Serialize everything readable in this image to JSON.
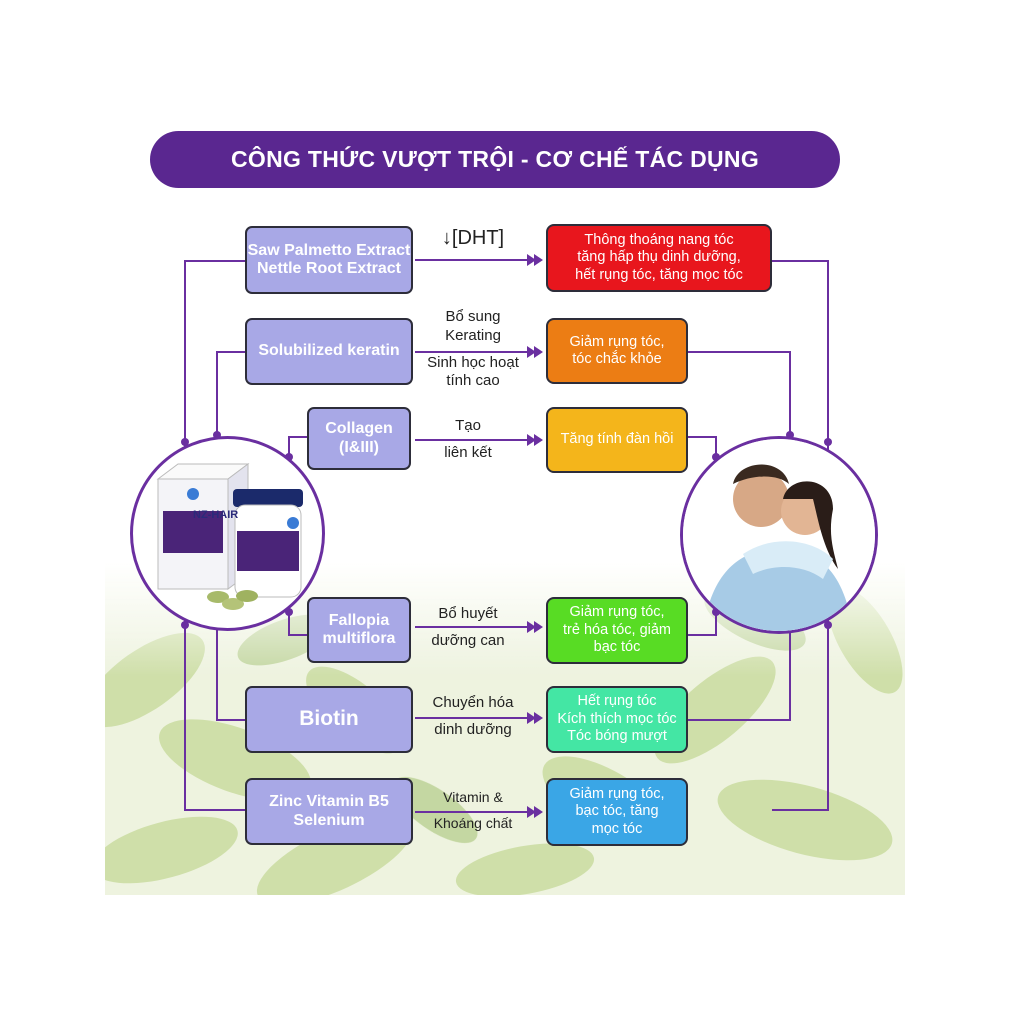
{
  "title": "CÔNG THỨC VƯỢT TRỘI - CƠ CHẾ TÁC DỤNG",
  "product": {
    "brand": "NZ-HAIR"
  },
  "rows": [
    {
      "ingredient": [
        "Saw Palmetto Extract",
        "Nettle Root Extract"
      ],
      "action": [
        "↓[DHT]"
      ],
      "result": [
        "Thông thoáng nang tóc",
        "tăng hấp thụ dinh dưỡng,",
        "hết rụng tóc, tăng mọc tóc"
      ],
      "color": "#e8161d"
    },
    {
      "ingredient": [
        "Solubilized keratin"
      ],
      "action": [
        "Bổ sung",
        "Kerating",
        "Sinh học hoạt",
        "tính cao"
      ],
      "result": [
        "Giảm rụng tóc,",
        "tóc chắc khỏe"
      ],
      "color": "#ec7d14"
    },
    {
      "ingredient": [
        "Collagen",
        "(I&III)"
      ],
      "action": [
        "Tạo",
        "liên kết"
      ],
      "result": [
        "Tăng tính đàn hồi"
      ],
      "color": "#f4b51b"
    },
    {
      "ingredient": [
        "Fallopia",
        "multiflora"
      ],
      "action": [
        "Bổ huyết",
        "dưỡng can"
      ],
      "result": [
        "Giảm rụng tóc,",
        "trẻ hóa tóc, giảm",
        "bạc tóc"
      ],
      "color": "#58dc24"
    },
    {
      "ingredient": [
        "Biotin"
      ],
      "action": [
        "Chuyển hóa",
        "dinh dưỡng"
      ],
      "result": [
        "Hết rụng tóc",
        "Kích thích mọc tóc",
        "Tóc bóng mượt"
      ],
      "color": "#44e6a4"
    },
    {
      "ingredient": [
        "Zinc Vitamin B5",
        "Selenium"
      ],
      "action": [
        "Vitamin &",
        "Khoáng chất"
      ],
      "result": [
        "Giảm rụng tóc,",
        "bạc tóc, tăng",
        "mọc tóc"
      ],
      "color": "#3aa6e6"
    }
  ],
  "colors": {
    "purple": "#5a2790",
    "line": "#6a2fa0",
    "ingredient_fill": "#a8a8e6"
  }
}
